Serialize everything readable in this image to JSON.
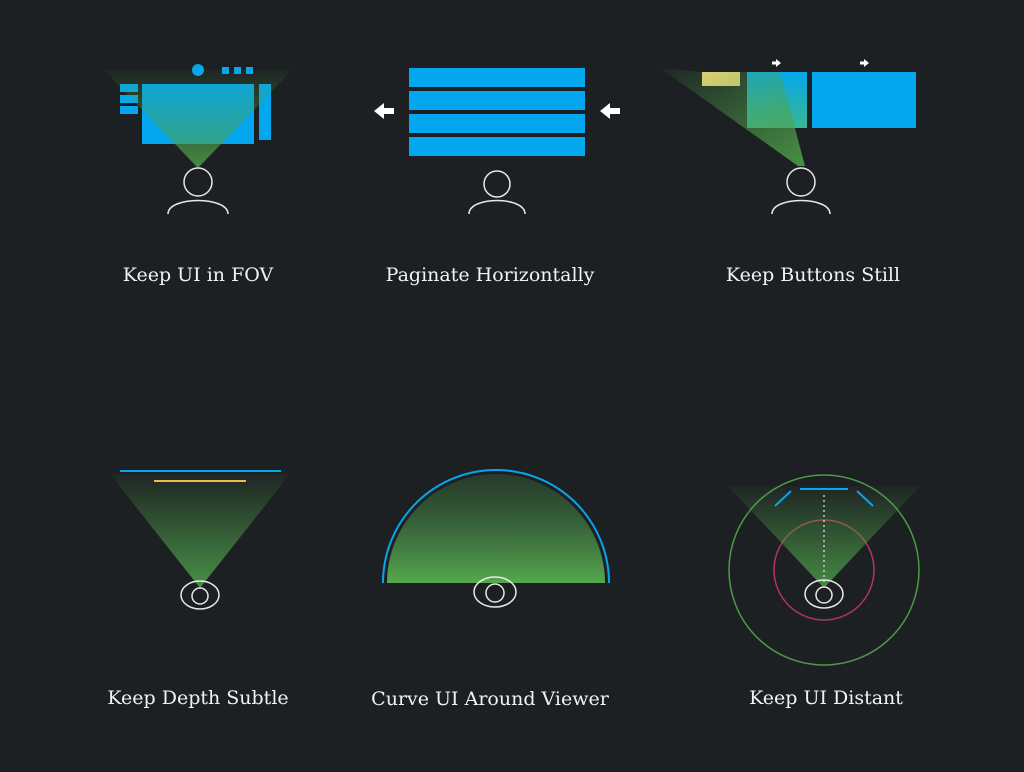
{
  "panels": [
    {
      "caption": "Keep UI in FOV"
    },
    {
      "caption": "Paginate Horizontally"
    },
    {
      "caption": "Keep Buttons Still"
    },
    {
      "caption": "Keep Depth Subtle"
    },
    {
      "caption": "Curve UI Around Viewer"
    },
    {
      "caption": "Keep UI Distant"
    }
  ],
  "colors": {
    "background": "#1d2023",
    "ui_blue": "#04a6ee",
    "fov_green": "#4fa34b",
    "accent_yellow": "#f7d97a",
    "near_ring": "#b3335a",
    "far_ring": "#4e9a49",
    "outline": "#e8e8e8"
  },
  "icons": [
    "person-icon",
    "eye-icon",
    "left-arrow-icon",
    "right-arrow-icon"
  ]
}
